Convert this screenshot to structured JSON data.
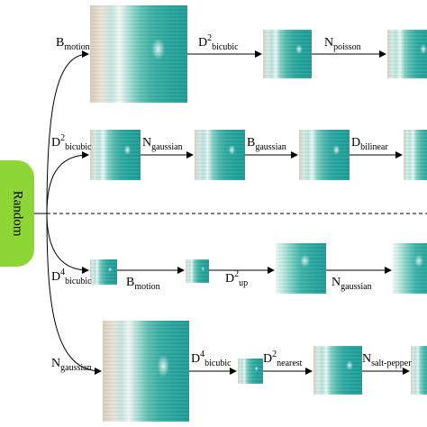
{
  "start_node": "Random",
  "rows": [
    {
      "ops": [
        {
          "symbol": "B",
          "sub": "motion",
          "sup": ""
        },
        {
          "symbol": "D",
          "sub": "bicubic",
          "sup": "2"
        },
        {
          "symbol": "N",
          "sub": "poisson",
          "sup": ""
        }
      ]
    },
    {
      "ops": [
        {
          "symbol": "D",
          "sub": "bicubic",
          "sup": "2"
        },
        {
          "symbol": "N",
          "sub": "gaussian",
          "sup": ""
        },
        {
          "symbol": "B",
          "sub": "gaussian",
          "sup": ""
        },
        {
          "symbol": "D",
          "sub": "bilinear",
          "sup": ""
        }
      ]
    },
    {
      "ops": [
        {
          "symbol": "D",
          "sub": "bicubic",
          "sup": "4"
        },
        {
          "symbol": "B",
          "sub": "motion",
          "sup": ""
        },
        {
          "symbol": "D",
          "sub": "up",
          "sup": "2"
        },
        {
          "symbol": "N",
          "sub": "gaussian",
          "sup": ""
        }
      ]
    },
    {
      "ops": [
        {
          "symbol": "N",
          "sub": "gaussian",
          "sup": ""
        },
        {
          "symbol": "D",
          "sub": "bicubic",
          "sup": "4"
        },
        {
          "symbol": "D",
          "sub": "nearest",
          "sup": "2"
        },
        {
          "symbol": "N",
          "sub": "salt-pepper",
          "sup": ""
        }
      ]
    }
  ]
}
